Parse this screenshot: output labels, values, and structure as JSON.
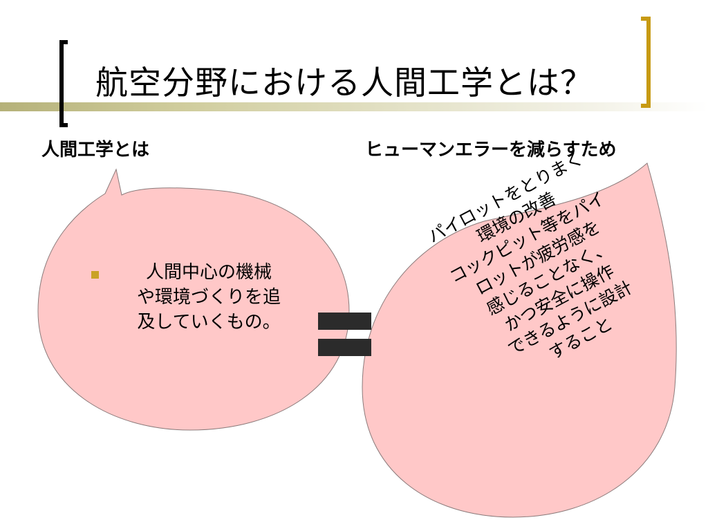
{
  "title": "航空分野における人間工学とは？",
  "left_label": "人間工学とは",
  "right_label": "ヒューマンエラーを減らすため",
  "left_bubble": {
    "lines": [
      "人間中心の機械",
      "や環境づくりを追",
      "及していくもの。"
    ]
  },
  "right_bubble": {
    "lines": [
      "パイロットをとりまく",
      "環境の改善",
      "コックピット等をパイ",
      "ロットが疲労感を",
      "感じることなく、",
      "かつ安全に操作",
      "できるように設計",
      "すること"
    ]
  },
  "colors": {
    "bubble_fill": "#ffc8c8",
    "accent_gold": "#c79a13",
    "title_band": "#cfcc9c"
  },
  "icons": {
    "equals": "equals-sign-icon",
    "bullet": "square-bullet-icon"
  }
}
